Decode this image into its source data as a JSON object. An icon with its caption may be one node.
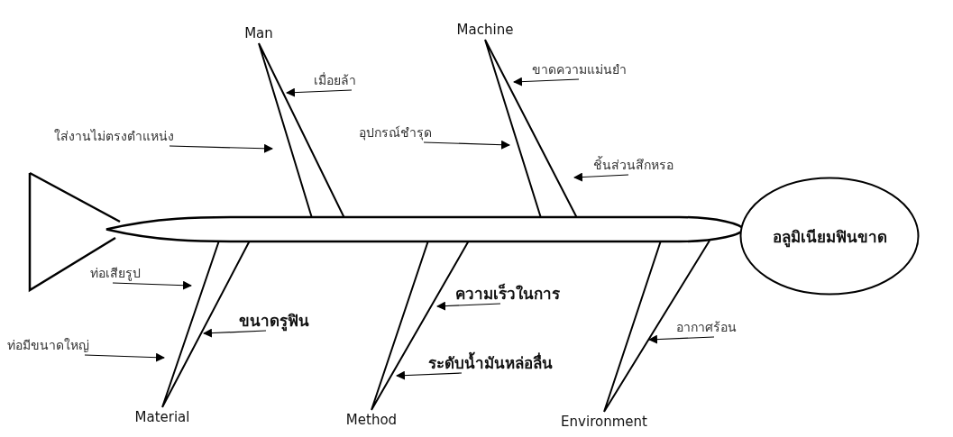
{
  "diagram": {
    "nodes": [
      {
        "text": [
          "Man"
        ]
      },
      {
        "text": [
          "Machine"
        ]
      },
      {
        "text": [
          "เมื่อยล้า"
        ]
      },
      {
        "text": [
          "ขาดความแม่นยำ"
        ]
      },
      {
        "text": [
          "ใส่งานไม่ตรงตำแหน่ง"
        ]
      },
      {
        "text": [
          "อุปกรณ์ชำรุด"
        ]
      },
      {
        "text": [
          "ชิ้นส่วนสึกหรอ"
        ]
      },
      {
        "text": [],
        "shape": "bar"
      },
      {
        "text": [
          "อลูมิเนียมฟินขาด"
        ]
      },
      {
        "text": [
          "ท่อเสียรูป"
        ]
      },
      {
        "text": [
          "ขนาดรูฟิน"
        ]
      },
      {
        "text": [
          "ความเร็วในการ"
        ]
      },
      {
        "text": [
          "อากาศร้อน"
        ]
      },
      {
        "text": [
          "ท่อมีขนาดใหญ่"
        ]
      },
      {
        "text": [
          "ระดับน้ำมันหล่อลื่น"
        ]
      },
      {
        "text": [
          "Material"
        ]
      },
      {
        "text": [
          "Method"
        ]
      },
      {
        "text": [
          "Environment"
        ]
      }
    ],
    "edges": [
      {
        "from": 0,
        "to": 7,
        "arrow": "none"
      },
      {
        "from": 1,
        "to": 7,
        "arrow": "none"
      },
      {
        "from": 15,
        "to": 7,
        "arrow": "none"
      },
      {
        "from": 16,
        "to": 7,
        "arrow": "none"
      },
      {
        "from": 17,
        "to": 7,
        "arrow": "none"
      },
      {
        "from": 2,
        "to": null,
        "arrow": "to"
      },
      {
        "from": 3,
        "to": null,
        "arrow": "to"
      },
      {
        "from": 4,
        "to": null,
        "arrow": "to"
      },
      {
        "from": 5,
        "to": null,
        "arrow": "to"
      },
      {
        "from": 6,
        "to": null,
        "arrow": "to"
      },
      {
        "from": 9,
        "to": null,
        "arrow": "to"
      },
      {
        "from": 10,
        "to": null,
        "arrow": "to"
      },
      {
        "from": 11,
        "to": null,
        "arrow": "to"
      },
      {
        "from": 12,
        "to": null,
        "arrow": "to"
      },
      {
        "from": 13,
        "to": null,
        "arrow": "to"
      },
      {
        "from": 14,
        "to": null,
        "arrow": "to"
      }
    ]
  }
}
